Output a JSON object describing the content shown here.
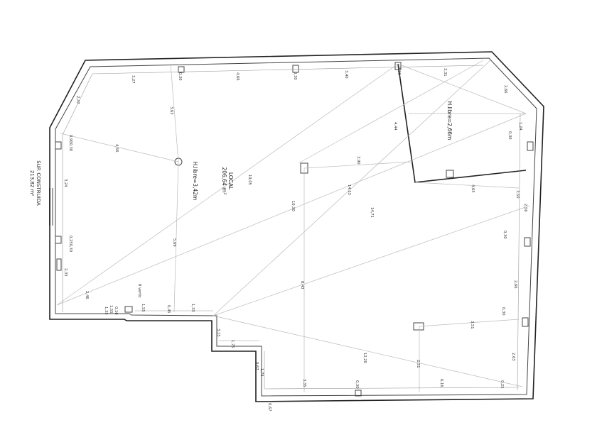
{
  "side_label": {
    "line1": "SUP. CONSTRUIDA",
    "line2": "213,82 m²"
  },
  "local": {
    "name": "LOCAL",
    "area": "206,64 m²",
    "height": "H.libre=3,42m"
  },
  "office": {
    "height": "H.libre=2,66m"
  },
  "dimensions": {
    "top_1": "3,27",
    "top_2": "0,30",
    "top_3": "4,66",
    "top_4": "0,30",
    "top_5": "3,40",
    "top_6": "0,30",
    "top_7": "3,31",
    "left_1": "2,47",
    "left_2": "0,900,30",
    "left_3": "3,24",
    "left_4": "0,250,30",
    "left_5": "2,33",
    "left_6": "2,46",
    "right_1": "2,66",
    "right_2": "1,24",
    "right_3": "0,30",
    "right_4": "3,50",
    "right_5": "2,56",
    "right_6": "0,30",
    "right_7": "2,66",
    "right_8": "0,30",
    "right_9": "2,63",
    "right_10": "0,25",
    "bottom_1": "0,67",
    "bottom_2": "3,35",
    "bottom_3": "0,30",
    "bottom_4": "6,16",
    "step_1": "1,33",
    "step_2": "3,15",
    "step_3": "1,75",
    "step_4": "0,67",
    "step_5": "1,73",
    "mid_1": "3,63",
    "mid_2": "4,56",
    "mid_3": "5,69",
    "mid_4": "0,45",
    "mid_5": "1,55",
    "mid_6": "19,05",
    "mid_7": "10,30",
    "mid_8": "14,53",
    "mid_9": "14,71",
    "mid_10": "3,90",
    "mid_11": "4,44",
    "mid_12": "4,65",
    "mid_13": "8,43",
    "mid_14": "12,20",
    "mid_15": "2,51",
    "mid_16": "3,51",
    "small_1": "8 vertic",
    "small_2": "1,55",
    "small_3": "0,10",
    "small_4": "1,35"
  }
}
